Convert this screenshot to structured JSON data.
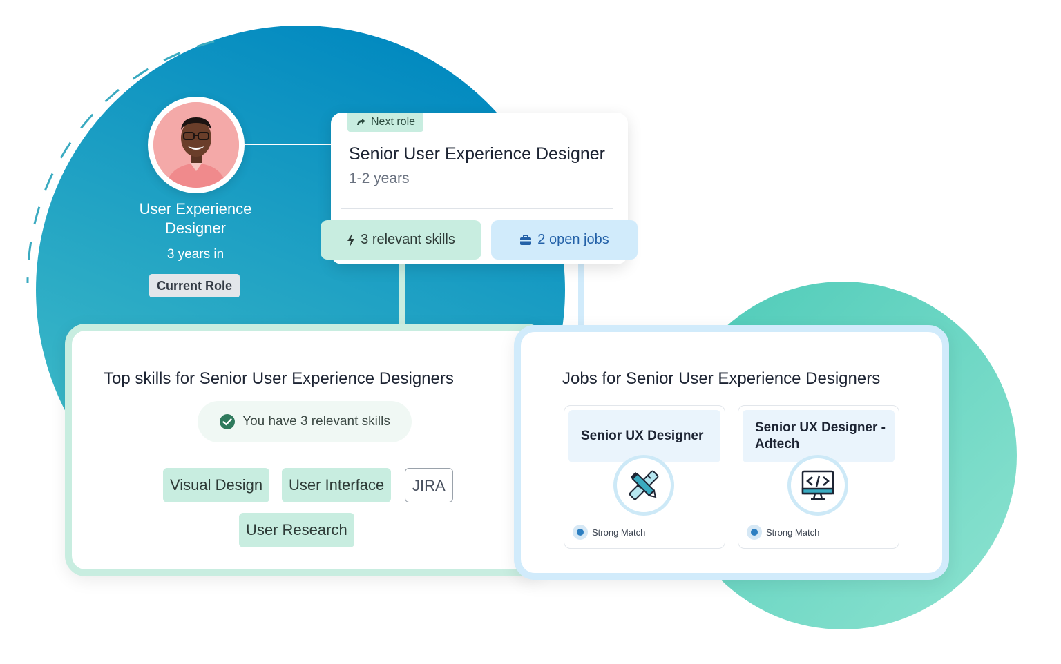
{
  "colors": {
    "blue_circle_top": "#0088c0",
    "blue_circle_bottom": "#3ab8c8",
    "green_circle": "#5fd6c0",
    "skills_accent": "#c8ede0",
    "jobs_accent": "#d1ebfb",
    "jobs_text": "#2361a8",
    "check_green": "#2e7a5c"
  },
  "current_role": {
    "title": "User Experience Designer",
    "duration": "3 years in",
    "badge": "Current Role"
  },
  "next_role": {
    "tag": "Next role",
    "title": "Senior User Experience Designer",
    "years": "1-2 years",
    "skills_pill": "3 relevant skills",
    "jobs_pill": "2 open jobs"
  },
  "skills_card": {
    "title": "Top skills for Senior User Experience Designers",
    "summary": "You have 3 relevant skills",
    "skills": [
      {
        "label": "Visual Design",
        "matched": true
      },
      {
        "label": "User Interface",
        "matched": true
      },
      {
        "label": "JIRA",
        "matched": false
      },
      {
        "label": "User Research",
        "matched": true
      }
    ]
  },
  "jobs_card": {
    "title": "Jobs for Senior User Experience Designers",
    "jobs": [
      {
        "title": "Senior UX Designer",
        "icon": "design-tools-icon",
        "match": "Strong Match"
      },
      {
        "title": "Senior UX Designer - Adtech",
        "icon": "code-monitor-icon",
        "match": "Strong Match"
      }
    ]
  }
}
